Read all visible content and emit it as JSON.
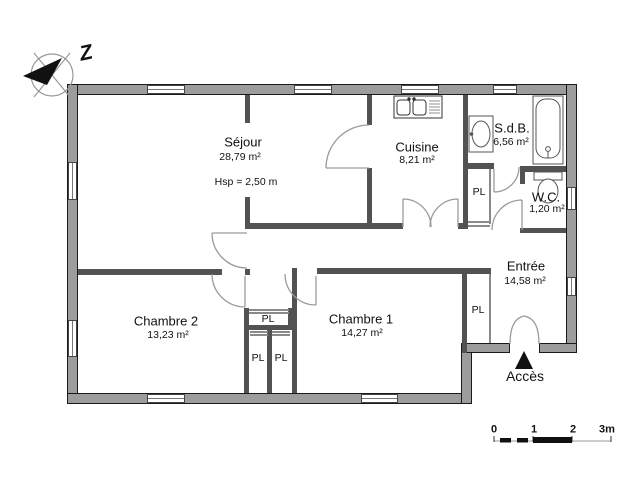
{
  "compass": {
    "label": "Z"
  },
  "rooms": {
    "sejour": {
      "name": "Séjour",
      "area": "28,79 m²",
      "note": "Hsp = 2,50 m"
    },
    "cuisine": {
      "name": "Cuisine",
      "area": "8,21 m²"
    },
    "sdb": {
      "name": "S.d.B.",
      "area": "6,56 m²"
    },
    "wc": {
      "name": "W.C.",
      "area": "1,20 m²"
    },
    "entree": {
      "name": "Entrée",
      "area": "14,58 m²"
    },
    "chambre1": {
      "name": "Chambre 1",
      "area": "14,27 m²"
    },
    "chambre2": {
      "name": "Chambre 2",
      "area": "13,23 m²"
    }
  },
  "closet_label": "PL",
  "access_label": "Accès",
  "scalebar": {
    "ticks": [
      "0",
      "1",
      "2",
      "3m"
    ]
  }
}
